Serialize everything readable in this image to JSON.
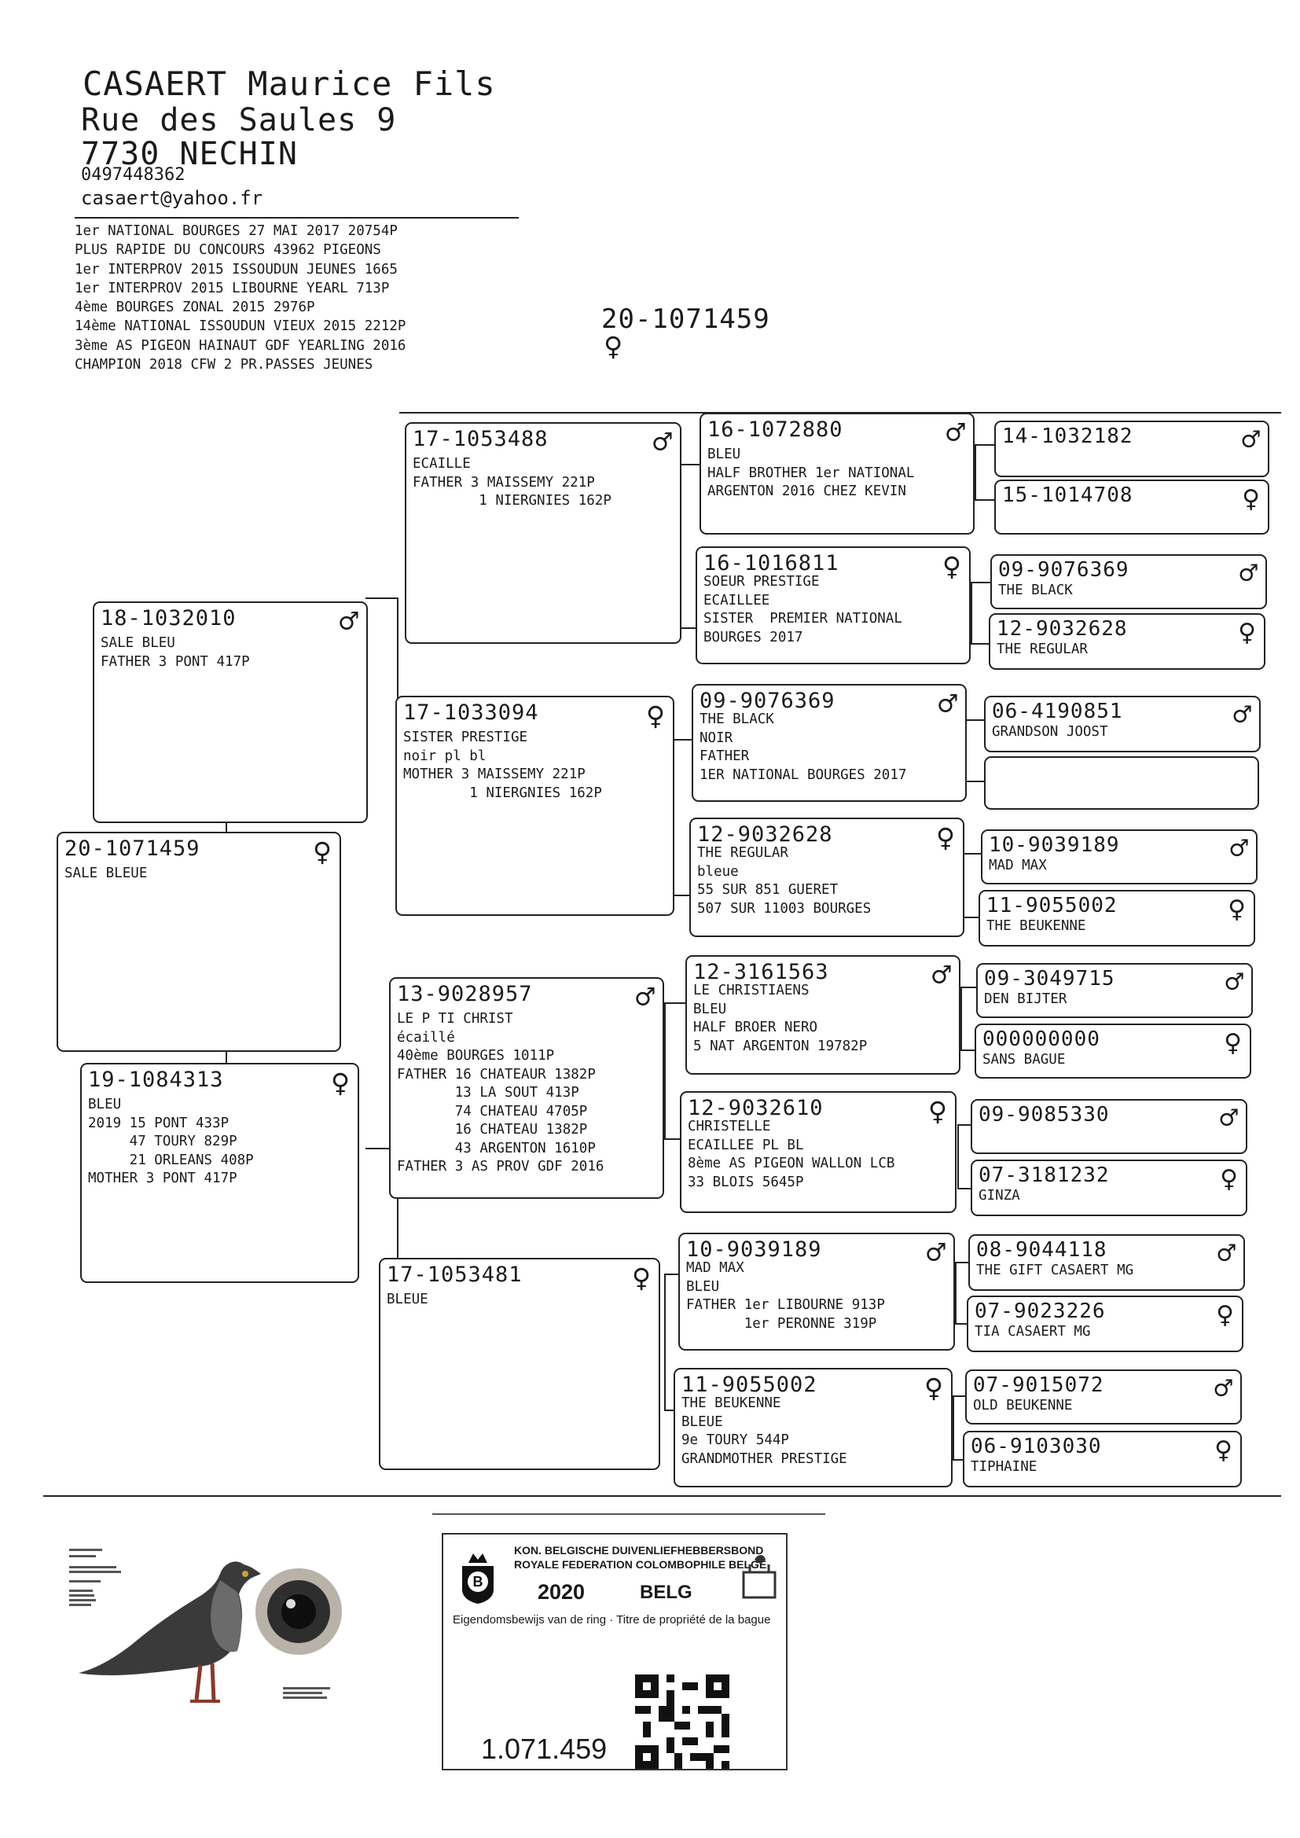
{
  "header": {
    "name": "CASAERT Maurice Fils",
    "street": "Rue des Saules 9",
    "city": "7730 NECHIN",
    "phone": "0497448362",
    "email": "casaert@yahoo.fr",
    "performances": [
      "1er NATIONAL BOURGES 27 MAI 2017 20754P",
      "PLUS RAPIDE DU CONCOURS 43962 PIGEONS",
      "1er INTERPROV 2015 ISSOUDUN JEUNES 1665",
      "1er INTERPROV 2015 LIBOURNE YEARL 713P",
      "4ème BOURGES ZONAL 2015 2976P",
      "14ème NATIONAL ISSOUDUN VIEUX 2015 2212P",
      "3ème AS PIGEON HAINAUT GDF YEARLING 2016",
      "CHAMPION 2018 CFW 2 PR.PASSES JEUNES"
    ]
  },
  "subject": {
    "ring": "20-1071459",
    "sex": "♀"
  },
  "pedigree": {
    "pigeon": {
      "ring": "20-1071459",
      "sex": "♀",
      "text": "SALE BLEUE"
    },
    "father": {
      "ring": "18-1032010",
      "sex": "♂",
      "text": "SALE BLEU\nFATHER 3 PONT 417P"
    },
    "mother": {
      "ring": "19-1084313",
      "sex": "♀",
      "text": "BLEU\n2019 15 PONT 433P\n     47 TOURY 829P\n     21 ORLEANS 408P\nMOTHER 3 PONT 417P"
    },
    "ff": {
      "ring": "17-1053488",
      "sex": "♂",
      "text": "ECAILLE\nFATHER 3 MAISSEMY 221P\n        1 NIERGNIES 162P"
    },
    "fm": {
      "ring": "17-1033094",
      "sex": "♀",
      "text": "SISTER PRESTIGE\nnoir pl bl\nMOTHER 3 MAISSEMY 221P\n        1 NIERGNIES 162P"
    },
    "mf": {
      "ring": "13-9028957",
      "sex": "♂",
      "text": "LE P TI CHRIST\nécaillé\n40ème BOURGES 1011P\nFATHER 16 CHATEAUR 1382P\n       13 LA SOUT 413P\n       74 CHATEAU 4705P\n       16 CHATEAU 1382P\n       43 ARGENTON 1610P\nFATHER 3 AS PROV GDF 2016"
    },
    "mm": {
      "ring": "17-1053481",
      "sex": "♀",
      "text": "BLEUE"
    },
    "fff": {
      "ring": "16-1072880",
      "sex": "♂",
      "text": "BLEU\nHALF BROTHER 1er NATIONAL\nARGENTON 2016 CHEZ KEVIN"
    },
    "ffm": {
      "ring": "16-1016811",
      "sex": "♀",
      "text": "SOEUR PRESTIGE\nECAILLEE\nSISTER  PREMIER NATIONAL\nBOURGES 2017"
    },
    "fmf": {
      "ring": "09-9076369",
      "sex": "♂",
      "text": "THE BLACK\nNOIR\nFATHER\n1ER NATIONAL BOURGES 2017"
    },
    "fmm": {
      "ring": "12-9032628",
      "sex": "♀",
      "text": "THE REGULAR\nbleue\n55 SUR 851 GUERET\n507 SUR 11003 BOURGES"
    },
    "mff": {
      "ring": "12-3161563",
      "sex": "♂",
      "text": "LE CHRISTIAENS\nBLEU\nHALF BROER NERO\n5 NAT ARGENTON 19782P"
    },
    "mfm": {
      "ring": "12-9032610",
      "sex": "♀",
      "text": "CHRISTELLE\nECAILLEE PL BL\n8ème AS PIGEON WALLON LCB\n33 BLOIS 5645P"
    },
    "mmf": {
      "ring": "10-9039189",
      "sex": "♂",
      "text": "MAD MAX\nBLEU\nFATHER 1er LIBOURNE 913P\n       1er PERONNE 319P"
    },
    "mmm": {
      "ring": "11-9055002",
      "sex": "♀",
      "text": "THE BEUKENNE\nBLEUE\n9e TOURY 544P\nGRANDMOTHER PRESTIGE"
    },
    "g1": {
      "ring": "14-1032182",
      "sex": "♂",
      "text": ""
    },
    "g2": {
      "ring": "15-1014708",
      "sex": "♀",
      "text": ""
    },
    "g3": {
      "ring": "09-9076369",
      "sex": "♂",
      "text": "THE BLACK"
    },
    "g4": {
      "ring": "12-9032628",
      "sex": "♀",
      "text": "THE REGULAR"
    },
    "g5": {
      "ring": "06-4190851",
      "sex": "♂",
      "text": "GRANDSON JOOST"
    },
    "g6": {
      "ring": "",
      "sex": "",
      "text": ""
    },
    "g7": {
      "ring": "10-9039189",
      "sex": "♂",
      "text": "MAD MAX"
    },
    "g8": {
      "ring": "11-9055002",
      "sex": "♀",
      "text": "THE BEUKENNE"
    },
    "g9": {
      "ring": "09-3049715",
      "sex": "♂",
      "text": "DEN BIJTER"
    },
    "g10": {
      "ring": "000000000",
      "sex": "♀",
      "text": "SANS BAGUE"
    },
    "g11": {
      "ring": "09-9085330",
      "sex": "♂",
      "text": ""
    },
    "g12": {
      "ring": "07-3181232",
      "sex": "♀",
      "text": "GINZA"
    },
    "g13": {
      "ring": "08-9044118",
      "sex": "♂",
      "text": "THE GIFT CASAERT MG"
    },
    "g14": {
      "ring": "07-9023226",
      "sex": "♀",
      "text": "TIA CASAERT MG"
    },
    "g15": {
      "ring": "07-9015072",
      "sex": "♂",
      "text": "OLD BEUKENNE"
    },
    "g16": {
      "ring": "06-9103030",
      "sex": "♀",
      "text": "TIPHAINE"
    }
  },
  "certificate": {
    "org_nl": "KON. BELGISCHE DUIVENLIEFHEBBERSBOND",
    "org_fr": "ROYALE FEDERATION COLOMBOPHILE BELGE",
    "year": "2020",
    "country": "BELG",
    "title": "Eigendomsbewijs van de ring · Titre de propriété de la bague",
    "ring_number": "1.071.459"
  },
  "icons": {
    "photo": "pigeon-photo",
    "eye": "pigeon-eye-photo",
    "crest": "kbdb-crest-logo",
    "qr": "qr-code",
    "emblem": "federation-emblem"
  }
}
